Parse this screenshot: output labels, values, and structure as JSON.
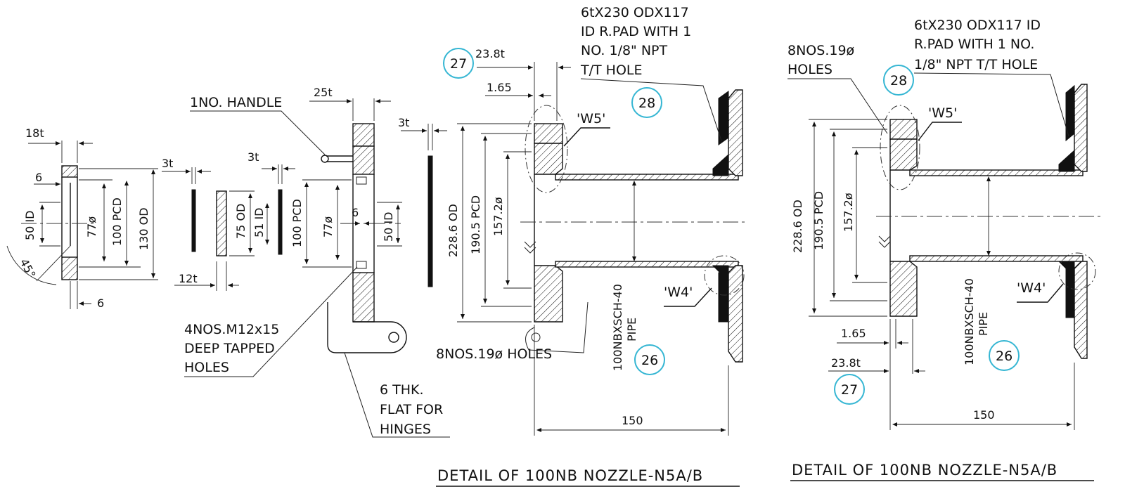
{
  "left_view": {
    "dims": {
      "t18": "18t",
      "d6a": "6",
      "id50": "50 ID",
      "a45": "45°",
      "d6b": "6",
      "d77": "77ø",
      "pcd100": "100 PCD",
      "od130": "130 OD",
      "t3a": "3t",
      "t12": "12t",
      "t3b": "3t",
      "od75": "75 OD",
      "id51": "51 ID",
      "pcd100b": "100 PCD",
      "d77b": "77ø",
      "d6c": "6",
      "id50b": "50 ID",
      "t25": "25t",
      "t3c": "3t"
    },
    "notes": {
      "handle": "1NO. HANDLE",
      "tapped": [
        "4NOS.M12x15",
        "DEEP TAPPED",
        "HOLES"
      ],
      "hinges": [
        "6 THK.",
        "FLAT FOR",
        "HINGES"
      ]
    }
  },
  "middle_view": {
    "dims": {
      "t238": "23.8t",
      "d165": "1.65",
      "od2286": "228.6 OD",
      "pcd1905": "190.5 PCD",
      "d1572": "157.2ø",
      "len150": "150",
      "pipe": "100NBXSCH-40",
      "pipe2": "PIPE"
    },
    "notes": {
      "pad": [
        "6tX230 ODX117",
        "ID R.PAD WITH 1",
        "NO. 1/8\" NPT",
        "T/T HOLE"
      ],
      "holes": "8NOS.19ø HOLES",
      "w5": "'W5'",
      "w4": "'W4'"
    },
    "bubbles": {
      "b27": "27",
      "b28": "28",
      "b26": "26"
    },
    "title": "DETAIL OF 100NB NOZZLE-N5A/B"
  },
  "right_view": {
    "dims": {
      "od2286": "228.6 OD",
      "pcd1905": "190.5 PCD",
      "d1572": "157.2ø",
      "d165": "1.65",
      "t238": "23.8t",
      "len150": "150",
      "pipe": "100NBXSCH-40",
      "pipe2": "PIPE"
    },
    "notes": {
      "pad": [
        "6tX230 ODX117 ID",
        "R.PAD WITH 1 NO.",
        "1/8\" NPT T/T HOLE"
      ],
      "holes": [
        "8NOS.19ø",
        "HOLES"
      ],
      "w5": "'W5'",
      "w4": "'W4'"
    },
    "bubbles": {
      "b28": "28",
      "b27": "27",
      "b26": "26"
    },
    "title": "DETAIL OF 100NB NOZZLE-N5A/B"
  },
  "colors": {
    "line": "#111111",
    "bubble_outline": "#35b6d3",
    "background": "#ffffff"
  }
}
